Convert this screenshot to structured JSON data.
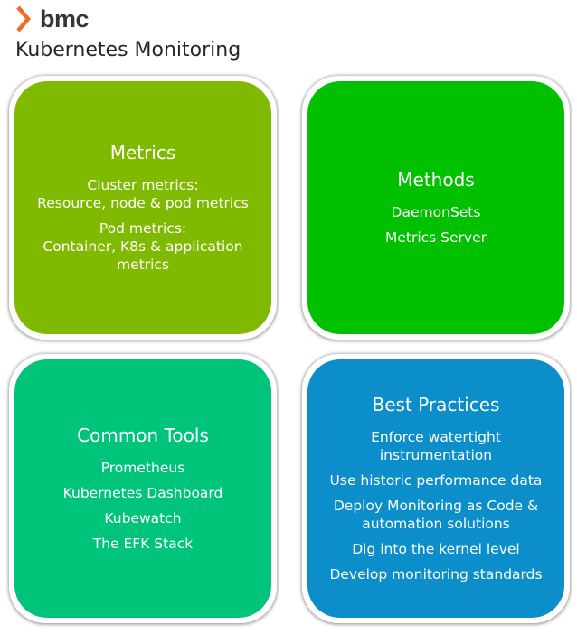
{
  "brand": {
    "logo_text": "bmc",
    "accent": "#f26b21"
  },
  "title": "Kubernetes Monitoring",
  "cards": {
    "metrics": {
      "heading": "Metrics",
      "color": "#7fba00",
      "items": [
        {
          "lines": [
            "Cluster metrics:",
            "Resource, node & pod metrics"
          ]
        },
        {
          "lines": [
            "Pod metrics:",
            "Container, K8s & application",
            "metrics"
          ]
        }
      ]
    },
    "methods": {
      "heading": "Methods",
      "color": "#00c000",
      "items": [
        {
          "lines": [
            "DaemonSets"
          ]
        },
        {
          "lines": [
            "Metrics Server"
          ]
        }
      ]
    },
    "tools": {
      "heading": "Common Tools",
      "color": "#00c47a",
      "items": [
        {
          "lines": [
            "Prometheus"
          ]
        },
        {
          "lines": [
            "Kubernetes Dashboard"
          ]
        },
        {
          "lines": [
            "Kubewatch"
          ]
        },
        {
          "lines": [
            "The EFK Stack"
          ]
        }
      ]
    },
    "practices": {
      "heading": "Best Practices",
      "color": "#0b8ec9",
      "items": [
        {
          "lines": [
            "Enforce watertight",
            "instrumentation"
          ]
        },
        {
          "lines": [
            "Use historic performance data"
          ]
        },
        {
          "lines": [
            "Deploy Monitoring as Code &",
            "automation solutions"
          ]
        },
        {
          "lines": [
            "Dig into the kernel level"
          ]
        },
        {
          "lines": [
            "Develop monitoring standards"
          ]
        }
      ]
    }
  }
}
